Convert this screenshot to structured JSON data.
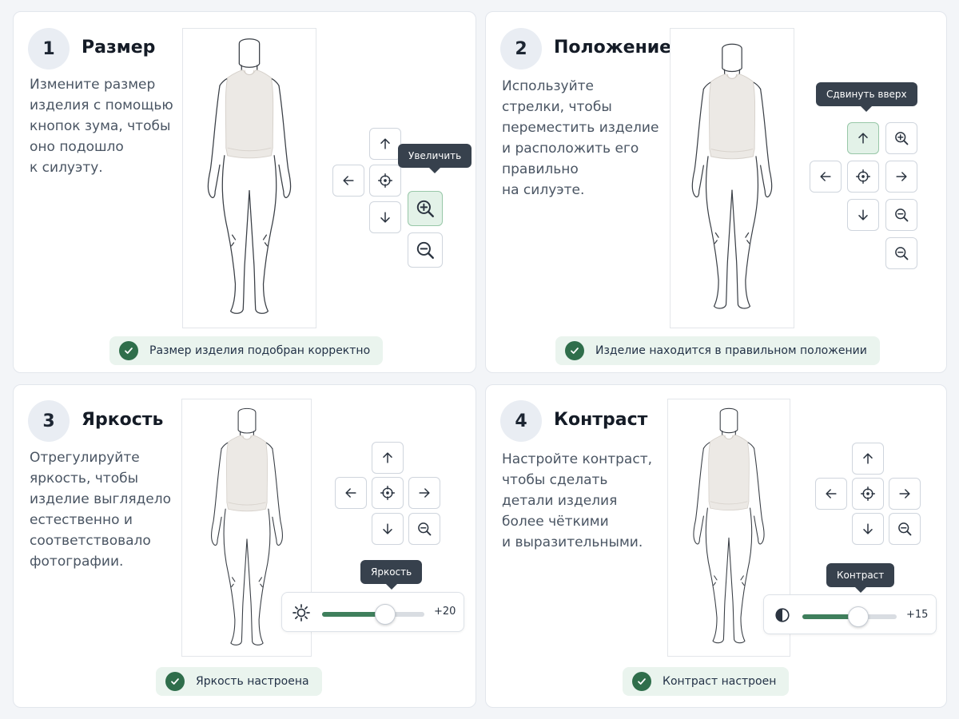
{
  "steps": [
    {
      "number": "1",
      "title": "Размер",
      "description": "Измените размер\nизделия с помощью\nкнопок зума, чтобы\nоно подошло\nк силуэту.",
      "tooltip": "Увеличить",
      "status": "Размер изделия подобран корректно"
    },
    {
      "number": "2",
      "title": "Положение",
      "description": "Используйте\nстрелки, чтобы\nпереместить изделие\nи расположить его\nправильно\nна силуэте.",
      "tooltip": "Сдвинуть вверх",
      "status": "Изделие находится в правильном положении"
    },
    {
      "number": "3",
      "title": "Яркость",
      "description": "Отрегулируйте\nяркость, чтобы\nизделие выглядело\nестественно и\nсоответствовало\nфотографии.",
      "tooltip": "Яркость",
      "slider_value": "+20",
      "slider_fraction": 0.62,
      "status": "Яркость настроена"
    },
    {
      "number": "4",
      "title": "Контраст",
      "description": "Настройте контраст,\nчтобы сделать\nдетали изделия\nболее чёткими\nи выразительными.",
      "tooltip": "Контраст",
      "slider_value": "+15",
      "slider_fraction": 0.59,
      "status": "Контраст настроен"
    }
  ],
  "icons": {
    "arrow_up": "arrow-up-icon",
    "arrow_down": "arrow-down-icon",
    "arrow_left": "arrow-left-icon",
    "arrow_right": "arrow-right-icon",
    "center": "crosshair-icon",
    "zoom_in": "zoom-in-icon",
    "zoom_out": "zoom-out-icon",
    "brightness": "sun-icon",
    "contrast": "contrast-icon",
    "check": "check-icon"
  },
  "colors": {
    "accent_green": "#3f7f5c",
    "check_green": "#2f6e4b",
    "status_bg": "#eaf4ee",
    "active_button_bg": "#e3f2e8",
    "tooltip_bg": "#37414d"
  }
}
